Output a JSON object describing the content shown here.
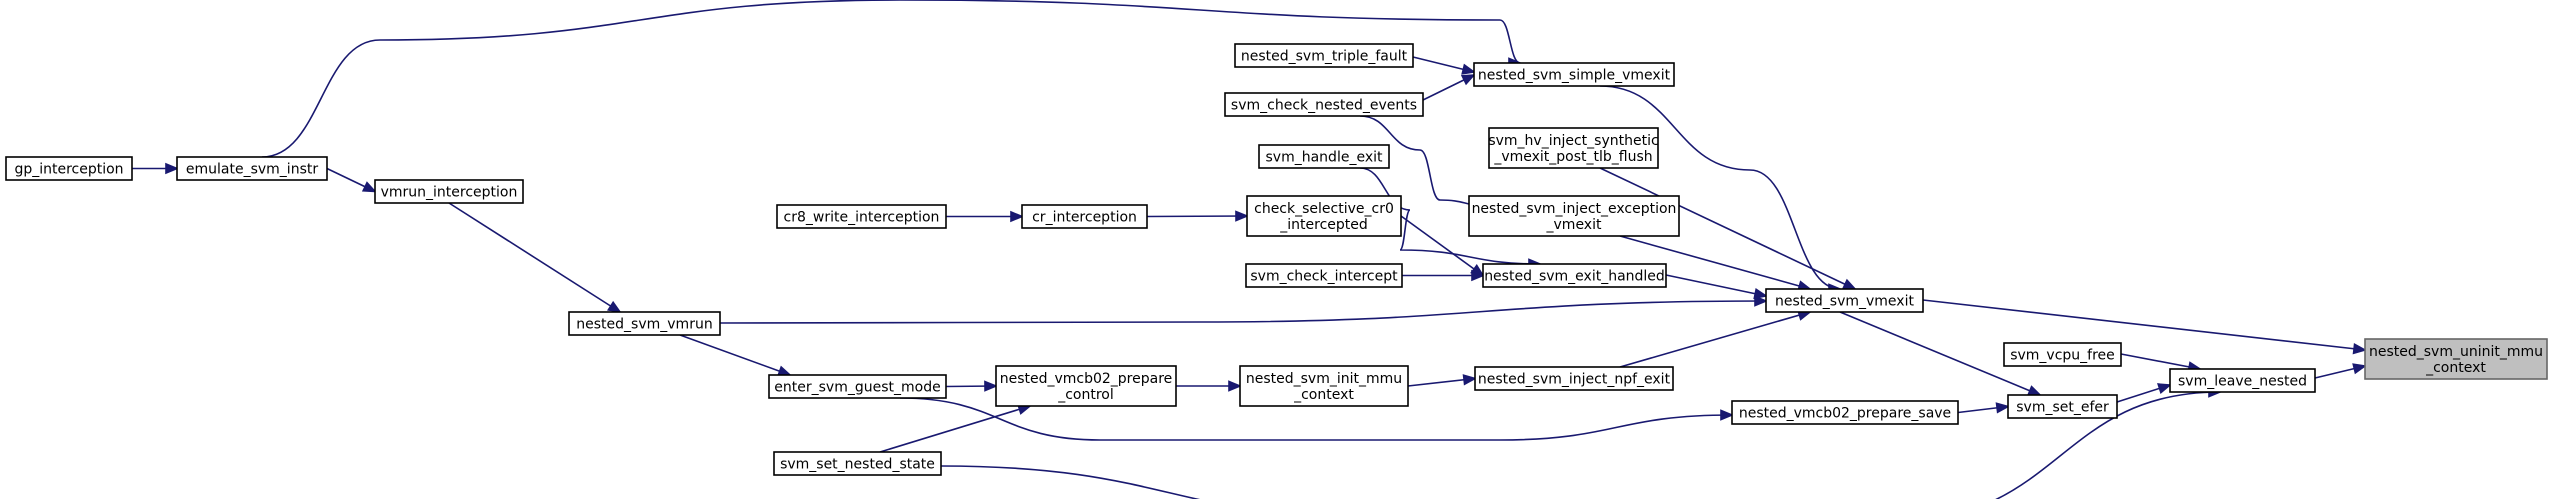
{
  "graph": {
    "nodes": {
      "gp_interception": [
        "gp_interception"
      ],
      "emulate_svm_instr": [
        "emulate_svm_instr"
      ],
      "vmrun_interception": [
        "vmrun_interception"
      ],
      "nested_svm_vmrun": [
        "nested_svm_vmrun"
      ],
      "enter_svm_guest_mode": [
        "enter_svm_guest_mode"
      ],
      "svm_set_nested_state": [
        "svm_set_nested_state"
      ],
      "cr8_write_interception": [
        "cr8_write_interception"
      ],
      "cr_interception": [
        "cr_interception"
      ],
      "nested_vmcb02_prepare_control": [
        "nested_vmcb02_prepare",
        "_control"
      ],
      "nested_svm_triple_fault": [
        "nested_svm_triple_fault"
      ],
      "svm_check_nested_events": [
        "svm_check_nested_events"
      ],
      "svm_handle_exit": [
        "svm_handle_exit"
      ],
      "check_selective_cr0_intercepted": [
        "check_selective_cr0",
        "_intercepted"
      ],
      "svm_check_intercept": [
        "svm_check_intercept"
      ],
      "nested_svm_init_mmu_context": [
        "nested_svm_init_mmu",
        "_context"
      ],
      "nested_svm_simple_vmexit": [
        "nested_svm_simple_vmexit"
      ],
      "svm_hv_inject_synthetic_vmexit_post_tlb_flush": [
        "svm_hv_inject_synthetic",
        "_vmexit_post_tlb_flush"
      ],
      "nested_svm_inject_exception_vmexit": [
        "nested_svm_inject_exception",
        "_vmexit"
      ],
      "nested_svm_exit_handled": [
        "nested_svm_exit_handled"
      ],
      "nested_svm_inject_npf_exit": [
        "nested_svm_inject_npf_exit"
      ],
      "nested_svm_vmexit": [
        "nested_svm_vmexit"
      ],
      "nested_vmcb02_prepare_save": [
        "nested_vmcb02_prepare_save"
      ],
      "svm_vcpu_free": [
        "svm_vcpu_free"
      ],
      "svm_set_efer": [
        "svm_set_efer"
      ],
      "svm_leave_nested": [
        "svm_leave_nested"
      ],
      "nested_svm_uninit_mmu_context": [
        "nested_svm_uninit_mmu",
        "_context"
      ]
    },
    "edges": [
      {
        "from": "svm_leave_nested",
        "to": "nested_svm_uninit_mmu_context"
      },
      {
        "from": "nested_svm_vmexit",
        "to": "nested_svm_uninit_mmu_context"
      },
      {
        "from": "svm_vcpu_free",
        "to": "svm_leave_nested"
      },
      {
        "from": "svm_set_efer",
        "to": "svm_leave_nested"
      },
      {
        "from": "svm_set_nested_state",
        "to": "svm_leave_nested"
      },
      {
        "from": "nested_vmcb02_prepare_save",
        "to": "svm_set_efer"
      },
      {
        "from": "nested_svm_vmexit",
        "to": "svm_set_efer"
      },
      {
        "from": "enter_svm_guest_mode",
        "to": "nested_vmcb02_prepare_save"
      },
      {
        "from": "nested_svm_simple_vmexit",
        "to": "nested_svm_vmexit"
      },
      {
        "from": "svm_hv_inject_synthetic_vmexit_post_tlb_flush",
        "to": "nested_svm_vmexit"
      },
      {
        "from": "nested_svm_inject_exception_vmexit",
        "to": "nested_svm_vmexit"
      },
      {
        "from": "nested_svm_exit_handled",
        "to": "nested_svm_vmexit"
      },
      {
        "from": "nested_svm_vmrun",
        "to": "nested_svm_vmexit"
      },
      {
        "from": "nested_svm_inject_npf_exit",
        "to": "nested_svm_vmexit"
      },
      {
        "from": "nested_svm_triple_fault",
        "to": "nested_svm_simple_vmexit"
      },
      {
        "from": "svm_check_nested_events",
        "to": "nested_svm_simple_vmexit"
      },
      {
        "from": "emulate_svm_instr",
        "to": "nested_svm_simple_vmexit"
      },
      {
        "from": "svm_check_nested_events",
        "to": "nested_svm_inject_exception_vmexit"
      },
      {
        "from": "svm_handle_exit",
        "to": "nested_svm_exit_handled"
      },
      {
        "from": "check_selective_cr0_intercepted",
        "to": "nested_svm_exit_handled"
      },
      {
        "from": "svm_check_intercept",
        "to": "nested_svm_exit_handled"
      },
      {
        "from": "nested_svm_init_mmu_context",
        "to": "nested_svm_inject_npf_exit"
      },
      {
        "from": "cr_interception",
        "to": "check_selective_cr0_intercepted"
      },
      {
        "from": "nested_vmcb02_prepare_control",
        "to": "nested_svm_init_mmu_context"
      },
      {
        "from": "cr8_write_interception",
        "to": "cr_interception"
      },
      {
        "from": "enter_svm_guest_mode",
        "to": "nested_vmcb02_prepare_control"
      },
      {
        "from": "svm_set_nested_state",
        "to": "nested_vmcb02_prepare_control"
      },
      {
        "from": "nested_svm_vmrun",
        "to": "enter_svm_guest_mode"
      },
      {
        "from": "vmrun_interception",
        "to": "nested_svm_vmrun"
      },
      {
        "from": "emulate_svm_instr",
        "to": "vmrun_interception"
      },
      {
        "from": "gp_interception",
        "to": "emulate_svm_instr"
      }
    ]
  }
}
